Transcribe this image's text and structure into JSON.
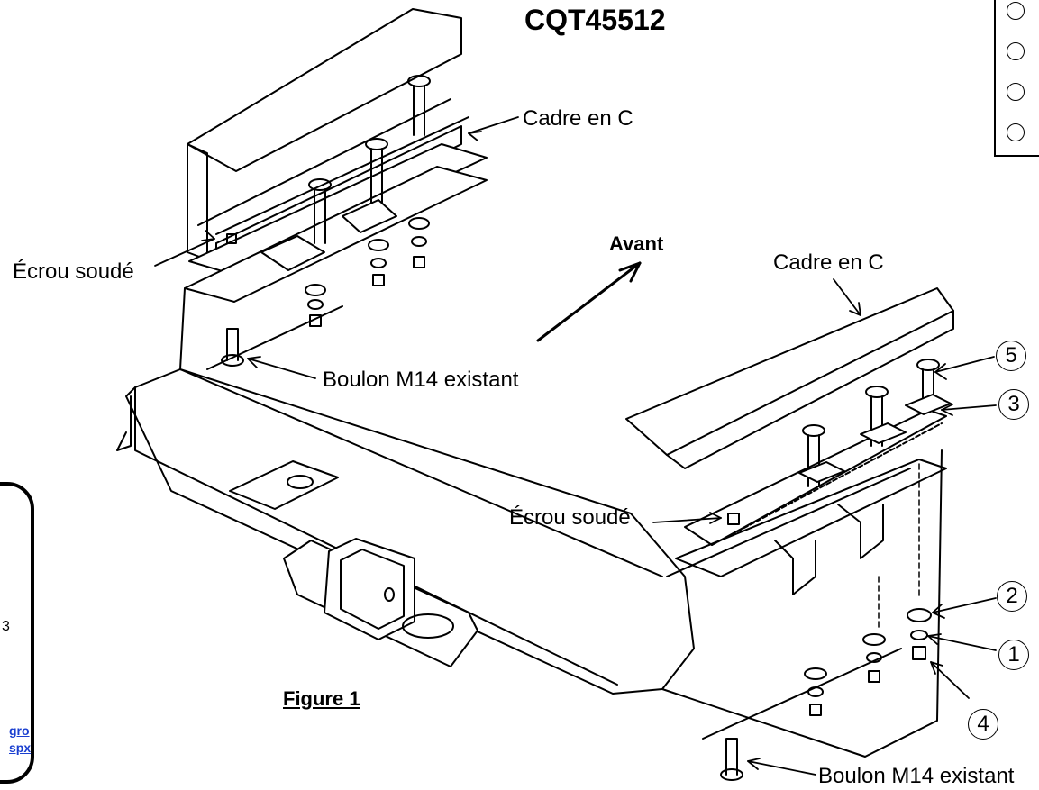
{
  "title": "CQT45512",
  "labels": {
    "cadre_top": "Cadre en C",
    "cadre_right": "Cadre en C",
    "ecrou_left": "Écrou soudé",
    "ecrou_right": "Écrou soudé",
    "avant": "Avant",
    "boulon_top": "Boulon M14 existant",
    "boulon_bottom": "Boulon M14 existant",
    "figure": "Figure 1"
  },
  "callouts": [
    "5",
    "3",
    "2",
    "1",
    "4"
  ],
  "side_box": {
    "number_fragment": "3",
    "link_line1": "gro",
    "link_line2": "spx"
  },
  "colors": {
    "line": "#000000",
    "link": "#1a3fd0",
    "background": "#ffffff"
  }
}
